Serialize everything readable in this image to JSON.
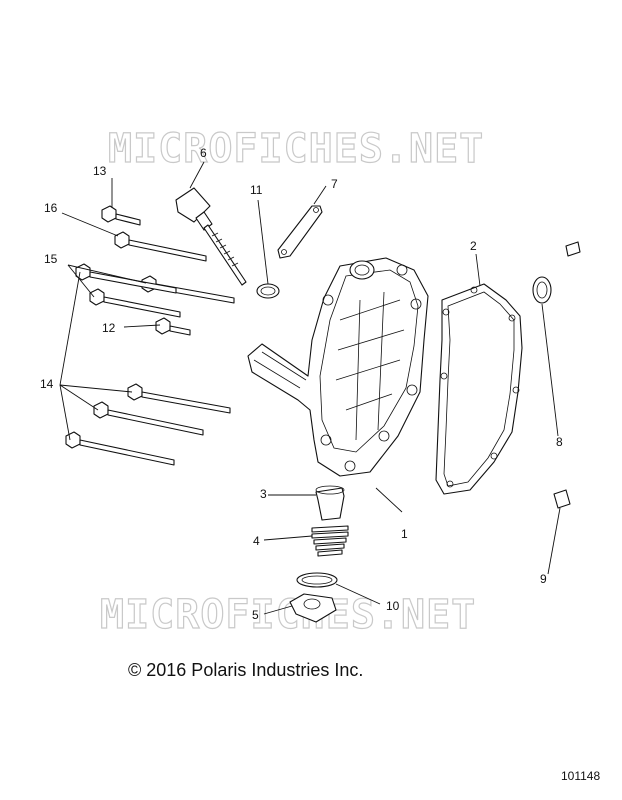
{
  "watermarks": [
    "MICROFICHES.NET",
    "MICROFICHES.NET"
  ],
  "callouts": [
    {
      "id": "c1",
      "label": "1"
    },
    {
      "id": "c2",
      "label": "2"
    },
    {
      "id": "c3",
      "label": "3"
    },
    {
      "id": "c4",
      "label": "4"
    },
    {
      "id": "c5",
      "label": "5"
    },
    {
      "id": "c6",
      "label": "6"
    },
    {
      "id": "c7",
      "label": "7"
    },
    {
      "id": "c8",
      "label": "8"
    },
    {
      "id": "c9",
      "label": "9"
    },
    {
      "id": "c10",
      "label": "10"
    },
    {
      "id": "c11",
      "label": "11"
    },
    {
      "id": "c12",
      "label": "12"
    },
    {
      "id": "c13",
      "label": "13"
    },
    {
      "id": "c14",
      "label": "14"
    },
    {
      "id": "c15",
      "label": "15"
    },
    {
      "id": "c16",
      "label": "16"
    }
  ],
  "copyright": "© 2016 Polaris Industries Inc.",
  "document_number": "101148"
}
